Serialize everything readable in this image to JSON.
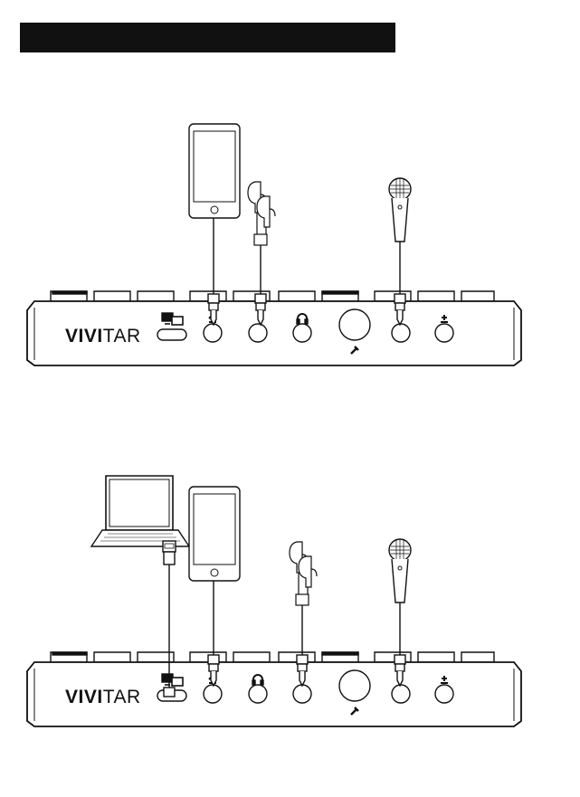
{
  "header": {
    "title": ""
  },
  "diagram_top": {
    "brand": {
      "text_a": "VIVI",
      "text_b": "TAR"
    }
  },
  "diagram_bottom": {
    "brand": {
      "text_a": "VIVI",
      "text_b": "TAR"
    }
  },
  "colors": {
    "ink": "#111111",
    "background": "#ffffff"
  },
  "icons": [
    "screen-mirror-icon",
    "aux-icon",
    "headphone-icon",
    "mic-volume-icon",
    "mic-icon",
    "smartphone-icon",
    "earphones-icon",
    "microphone-icon",
    "laptop-icon",
    "usb-cable-icon"
  ]
}
